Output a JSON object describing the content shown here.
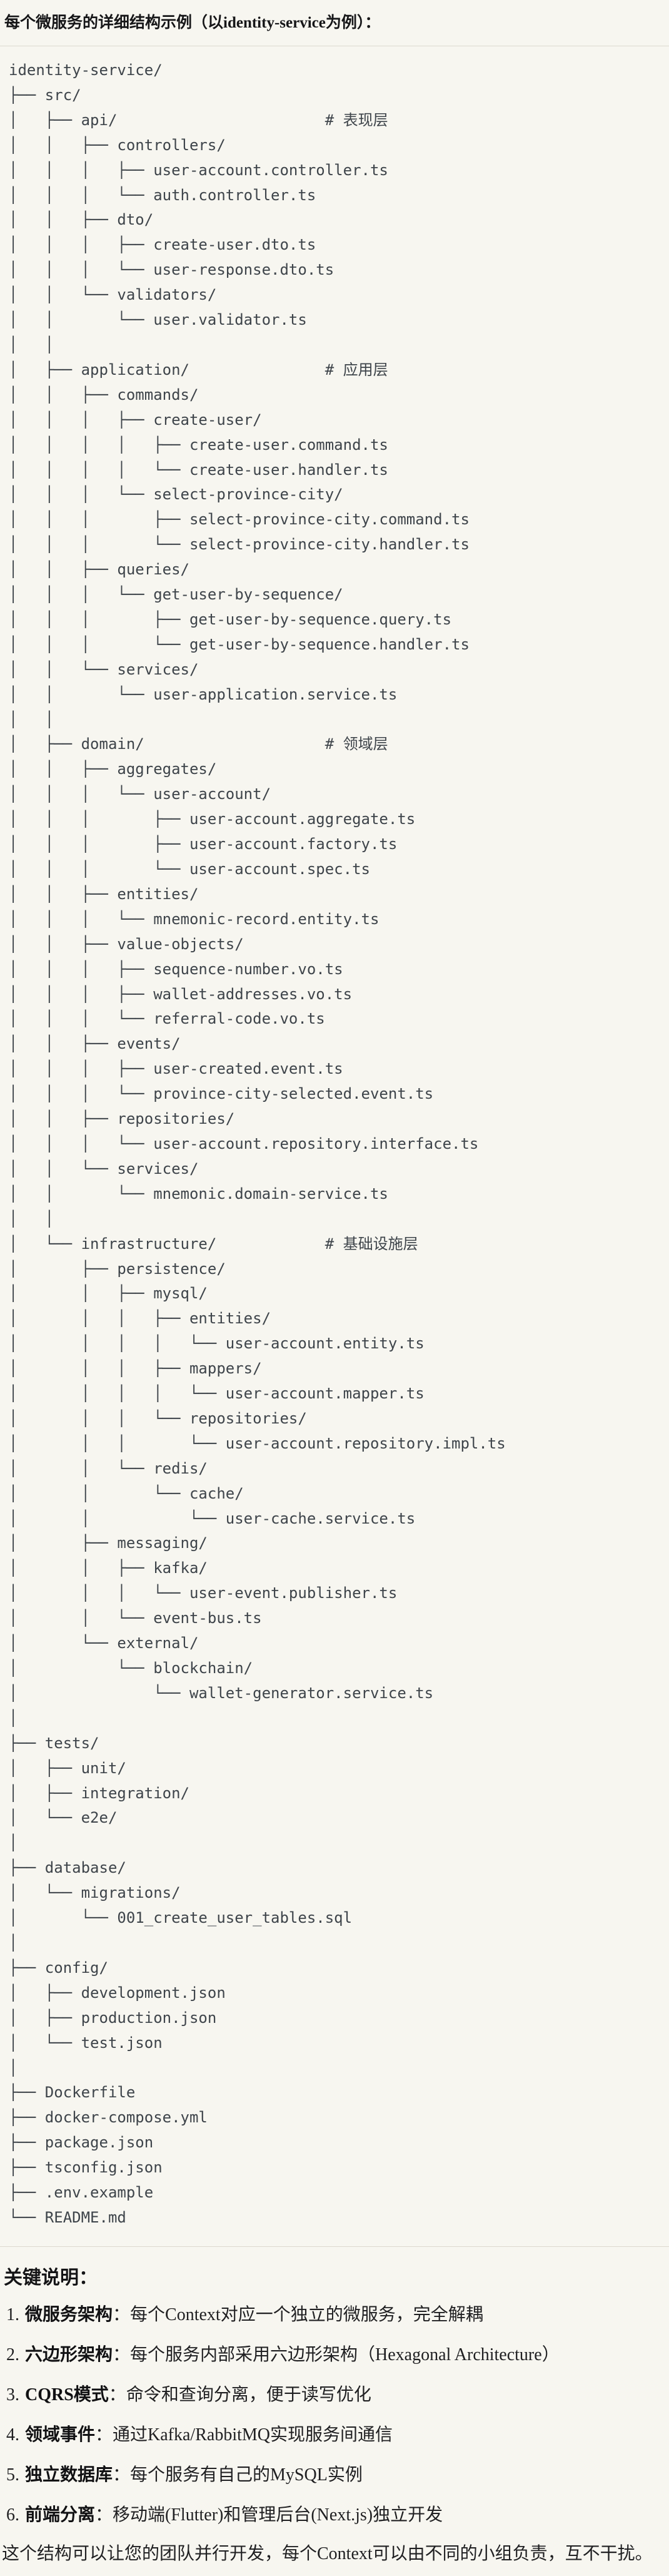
{
  "title": "每个微服务的详细结构示例（以identity-service为例）：",
  "tree_text": "identity-service/\n├── src/\n│   ├── api/                       # 表现层\n│   │   ├── controllers/\n│   │   │   ├── user-account.controller.ts\n│   │   │   └── auth.controller.ts\n│   │   ├── dto/\n│   │   │   ├── create-user.dto.ts\n│   │   │   └── user-response.dto.ts\n│   │   └── validators/\n│   │       └── user.validator.ts\n│   │\n│   ├── application/               # 应用层\n│   │   ├── commands/\n│   │   │   ├── create-user/\n│   │   │   │   ├── create-user.command.ts\n│   │   │   │   └── create-user.handler.ts\n│   │   │   └── select-province-city/\n│   │   │       ├── select-province-city.command.ts\n│   │   │       └── select-province-city.handler.ts\n│   │   ├── queries/\n│   │   │   └── get-user-by-sequence/\n│   │   │       ├── get-user-by-sequence.query.ts\n│   │   │       └── get-user-by-sequence.handler.ts\n│   │   └── services/\n│   │       └── user-application.service.ts\n│   │\n│   ├── domain/                    # 领域层\n│   │   ├── aggregates/\n│   │   │   └── user-account/\n│   │   │       ├── user-account.aggregate.ts\n│   │   │       ├── user-account.factory.ts\n│   │   │       └── user-account.spec.ts\n│   │   ├── entities/\n│   │   │   └── mnemonic-record.entity.ts\n│   │   ├── value-objects/\n│   │   │   ├── sequence-number.vo.ts\n│   │   │   ├── wallet-addresses.vo.ts\n│   │   │   └── referral-code.vo.ts\n│   │   ├── events/\n│   │   │   ├── user-created.event.ts\n│   │   │   └── province-city-selected.event.ts\n│   │   ├── repositories/\n│   │   │   └── user-account.repository.interface.ts\n│   │   └── services/\n│   │       └── mnemonic.domain-service.ts\n│   │\n│   └── infrastructure/            # 基础设施层\n│       ├── persistence/\n│       │   ├── mysql/\n│       │   │   ├── entities/\n│       │   │   │   └── user-account.entity.ts\n│       │   │   ├── mappers/\n│       │   │   │   └── user-account.mapper.ts\n│       │   │   └── repositories/\n│       │   │       └── user-account.repository.impl.ts\n│       │   └── redis/\n│       │       └── cache/\n│       │           └── user-cache.service.ts\n│       ├── messaging/\n│       │   ├── kafka/\n│       │   │   └── user-event.publisher.ts\n│       │   └── event-bus.ts\n│       └── external/\n│           └── blockchain/\n│               └── wallet-generator.service.ts\n│\n├── tests/\n│   ├── unit/\n│   ├── integration/\n│   └── e2e/\n│\n├── database/\n│   └── migrations/\n│       └── 001_create_user_tables.sql\n│\n├── config/\n│   ├── development.json\n│   ├── production.json\n│   └── test.json\n│\n├── Dockerfile\n├── docker-compose.yml\n├── package.json\n├── tsconfig.json\n├── .env.example\n└── README.md",
  "notes": {
    "heading": "关键说明：",
    "items": [
      {
        "num": "1.",
        "term": "微服务架构",
        "sep": "：",
        "desc": "每个Context对应一个独立的微服务，完全解耦"
      },
      {
        "num": "2.",
        "term": "六边形架构",
        "sep": "：",
        "desc": "每个服务内部采用六边形架构（Hexagonal Architecture）"
      },
      {
        "num": "3.",
        "term": "CQRS模式",
        "sep": "：",
        "desc": "命令和查询分离，便于读写优化"
      },
      {
        "num": "4.",
        "term": "领域事件",
        "sep": "：",
        "desc": "通过Kafka/RabbitMQ实现服务间通信"
      },
      {
        "num": "5.",
        "term": "独立数据库",
        "sep": "：",
        "desc": "每个服务有自己的MySQL实例"
      },
      {
        "num": "6.",
        "term": "前端分离",
        "sep": "：",
        "desc": "移动端(Flutter)和管理后台(Next.js)独立开发"
      }
    ],
    "footer": "这个结构可以让您的团队并行开发，每个Context可以由不同的小组负责，互不干扰。"
  }
}
